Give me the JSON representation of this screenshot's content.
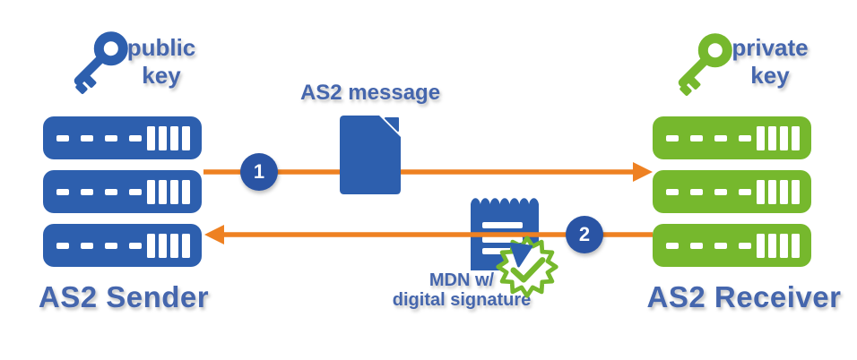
{
  "colors": {
    "blue": "#2d5fae",
    "green": "#76b82d",
    "orange": "#ee8122",
    "step_circle_blue": "#2a54a4",
    "label_blue": "#4566ad"
  },
  "sender": {
    "key_label_line1": "public",
    "key_label_line2": "key",
    "name": "AS2 Sender"
  },
  "receiver": {
    "key_label_line1": "private",
    "key_label_line2": "key",
    "name": "AS2 Receiver"
  },
  "flow": {
    "message_label": "AS2 message",
    "message_step": "1",
    "mdn_label_line1": "MDN w/",
    "mdn_label_line2": "digital signature",
    "mdn_step": "2"
  },
  "icons": {
    "sender_key": "key-icon",
    "receiver_key": "key-icon",
    "message": "document-icon",
    "mdn": "receipt-icon",
    "signature_seal": "certified-seal-icon",
    "sender_servers": "server-stack-icon",
    "receiver_servers": "server-stack-icon",
    "arrows": "orange-arrow"
  }
}
